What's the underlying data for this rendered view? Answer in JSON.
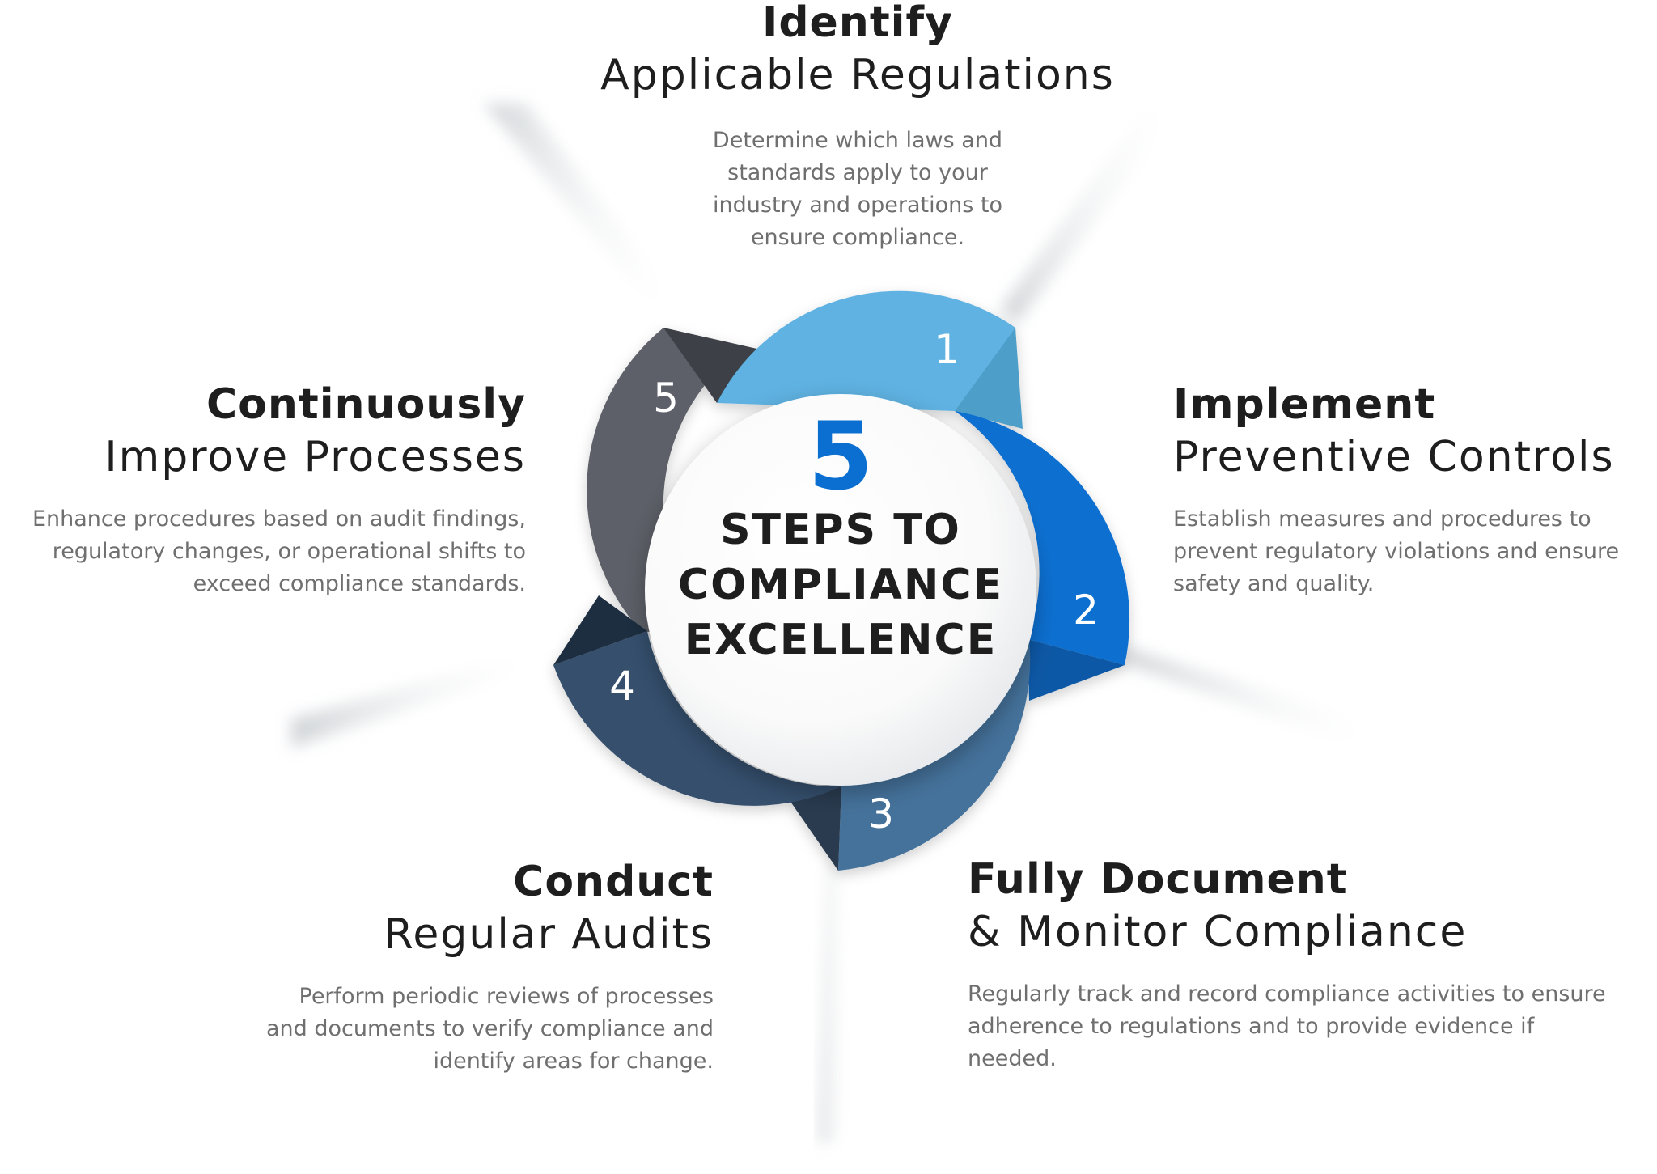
{
  "hub": {
    "number": "5",
    "lines": [
      "STEPS TO",
      "COMPLIANCE",
      "EXCELLENCE"
    ]
  },
  "steps": [
    {
      "number": "1",
      "title": "Identify",
      "subtitle": "Applicable Regulations",
      "description": "Determine which laws and standards apply to your industry and operations to ensure compliance.",
      "color": "#5fb2e2"
    },
    {
      "number": "2",
      "title": "Implement",
      "subtitle": "Preventive Controls",
      "description": "Establish measures and procedures to prevent regulatory violations and ensure safety and quality.",
      "color": "#0a6fd1"
    },
    {
      "number": "3",
      "title": "Fully Document",
      "subtitle": "& Monitor Compliance",
      "description": "Regularly track and record compliance activities to ensure adherence to regulations and to provide evidence if needed.",
      "color": "#44729b"
    },
    {
      "number": "4",
      "title": "Conduct",
      "subtitle": "Regular Audits",
      "description": "Perform periodic reviews of processes and documents to verify compliance and identify areas for change.",
      "color": "#34506d"
    },
    {
      "number": "5",
      "title": "Continuously",
      "subtitle": "Improve Processes",
      "description": "Enhance procedures based on audit findings, regulatory changes, or operational shifts to exceed compliance standards.",
      "color": "#5d6168"
    }
  ],
  "colors": {
    "accent": "#0a6fd1",
    "title_text": "#1e1e1e",
    "description_text": "#6f6f6f"
  }
}
